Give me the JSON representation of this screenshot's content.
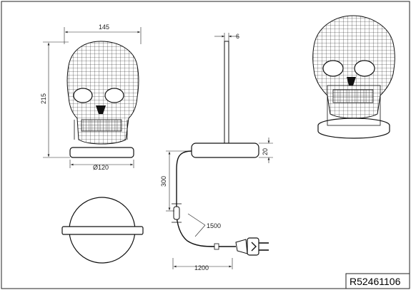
{
  "drawing": {
    "product_code": "R52461106",
    "front_view": {
      "width_label": "145",
      "height_label": "215",
      "base_diameter_label": "Ø120"
    },
    "side_view": {
      "stem_width_label": "6",
      "base_height_label": "20",
      "stem_length_label": "300",
      "cable_length_label": "1500",
      "plug_distance_label": "1200"
    }
  }
}
